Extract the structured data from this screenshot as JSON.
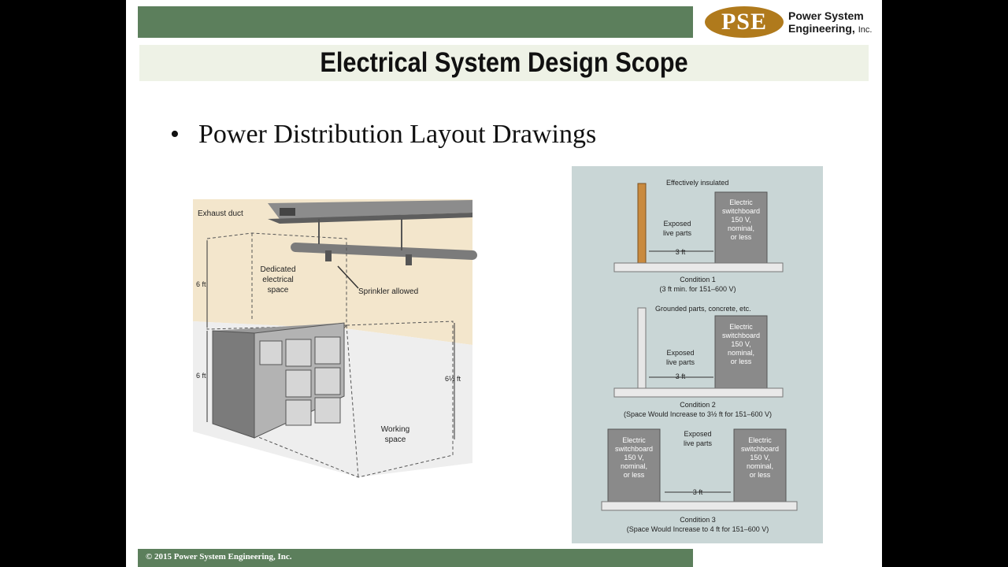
{
  "logo": {
    "mark": "PSE",
    "name_line1": "Power System",
    "name_line2": "Engineering,",
    "name_suffix": "Inc."
  },
  "slide": {
    "title": "Electrical System Design Scope",
    "bullet": "Power Distribution Layout Drawings"
  },
  "left_figure": {
    "exhaust_duct": "Exhaust duct",
    "dedicated_space": [
      "Dedicated",
      "electrical",
      "space"
    ],
    "sprinkler": "Sprinkler allowed",
    "height_upper": "6 ft",
    "height_lower": "6 ft",
    "working_height": "6½ ft",
    "working_space": [
      "Working",
      "space"
    ]
  },
  "right_figure": {
    "effectively_insulated": "Effectively insulated",
    "grounded_parts": "Grounded parts, concrete, etc.",
    "exposed_live_parts": [
      "Exposed",
      "live parts"
    ],
    "switchboard": [
      "Electric",
      "switchboard",
      "150 V,",
      "nominal,",
      "or less"
    ],
    "distance": "3 ft",
    "condition1_title": "Condition 1",
    "condition1_note": "(3 ft min. for 151–600 V)",
    "condition2_title": "Condition 2",
    "condition2_note": "(Space Would Increase to 3½ ft for 151–600 V)",
    "condition3_title": "Condition 3",
    "condition3_note": "(Space Would Increase to 4 ft for 151–600 V)"
  },
  "footer": {
    "copyright": "© 2015 Power System Engineering, Inc."
  },
  "colors": {
    "bar_green": "#5c7f5c",
    "title_band": "#eef2e6",
    "logo_brown": "#b07a1c",
    "figure_bg": "#c9d6d6"
  }
}
